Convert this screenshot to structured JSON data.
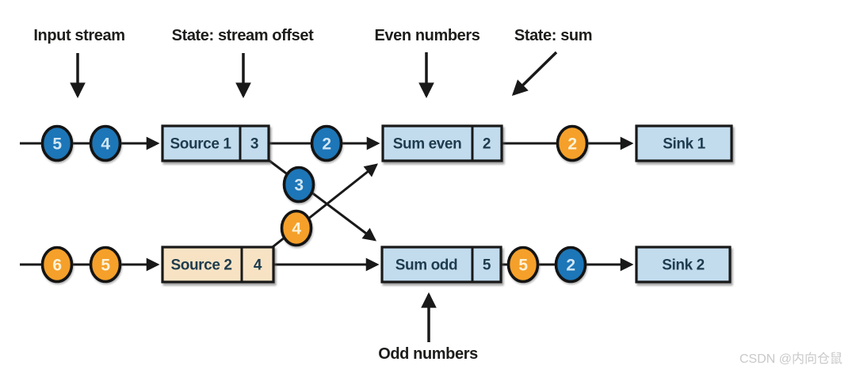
{
  "annotations": {
    "input_stream": "Input stream",
    "state_stream_offset": "State: stream offset",
    "even_numbers": "Even numbers",
    "state_sum": "State: sum",
    "odd_numbers": "Odd numbers"
  },
  "nodes": {
    "source1": {
      "label": "Source 1",
      "state": "3"
    },
    "sum_even": {
      "label": "Sum even",
      "state": "2"
    },
    "sink1": {
      "label": "Sink 1"
    },
    "source2": {
      "label": "Source 2",
      "state": "4"
    },
    "sum_odd": {
      "label": "Sum odd",
      "state": "5"
    },
    "sink2": {
      "label": "Sink 2"
    }
  },
  "tokens": {
    "input1_first": {
      "value": "5",
      "color": "blue"
    },
    "input1_second": {
      "value": "4",
      "color": "blue"
    },
    "source1_to_sum_even": {
      "value": "2",
      "color": "blue"
    },
    "source1_to_sum_odd": {
      "value": "3",
      "color": "blue"
    },
    "source2_to_sum_even": {
      "value": "4",
      "color": "orange"
    },
    "sum_even_to_sink1": {
      "value": "2",
      "color": "orange"
    },
    "input2_first": {
      "value": "6",
      "color": "orange"
    },
    "input2_second": {
      "value": "5",
      "color": "orange"
    },
    "sum_odd_out_first": {
      "value": "5",
      "color": "orange"
    },
    "sum_odd_out_second": {
      "value": "2",
      "color": "blue"
    }
  },
  "colors": {
    "blue_token": "#1d76b7",
    "orange_token": "#f5a02a",
    "light_blue_node": "#c2dcee",
    "peach_node": "#f7e3c4",
    "outline": "#191919",
    "node_text": "#1e3c4e",
    "blue_token_text": "#cfe6f5",
    "orange_token_text": "#fdf2d7",
    "annotation_text": "#1d1d1b",
    "watermark_text": "#c9c9c9",
    "background": "#ffffff"
  },
  "watermark": "CSDN @内向仓鼠"
}
